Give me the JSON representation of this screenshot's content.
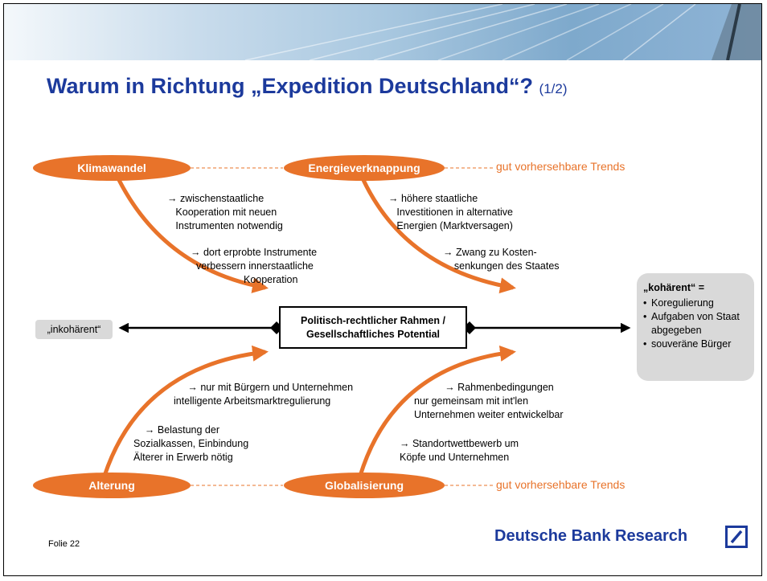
{
  "slide": {
    "title": "Warum in Richtung „Expedition Deutschland“?",
    "title_suffix": "(1/2)",
    "footer_label": "Folie 22",
    "brand": "Deutsche Bank Research"
  },
  "colors": {
    "accent": "#e8732a",
    "title_blue": "#1c3a9c",
    "box_grey": "#d9d9d9"
  },
  "drivers": {
    "klimawandel": "Klimawandel",
    "energie": "Energieverknappung",
    "alterung": "Alterung",
    "globalisierung": "Globalisierung"
  },
  "trends": {
    "top": "gut vorhersehbare Trends",
    "bottom": "gut vorhersehbare Trends"
  },
  "notes": {
    "klima_1": "→ zwischenstaatliche\n   Kooperation mit neuen\n   Instrumenten notwendig",
    "klima_2": "→ dort erprobte Instrumente\n  verbessern innerstaatliche\n                   Kooperation",
    "energie_1": "→ höhere staatliche\n   Investitionen in alternative\n   Energien (Marktversagen)",
    "energie_2": "→ Zwang zu Kosten-\n    senkungen des Staates",
    "alterung_1": "     → nur mit Bürgern und Unternehmen\nintelligente Arbeitsmarktregulierung",
    "alterung_2": "    → Belastung der\nSozialkassen, Einbindung\nÄlterer in Erwerb nötig",
    "global_1": "           → Rahmenbedingungen\nnur gemeinsam mit int'len\nUnternehmen weiter entwickelbar",
    "global_2": "→ Standortwettbewerb um\nKöpfe und Unternehmen"
  },
  "center": "Politisch-rechtlicher Rahmen /\nGesellschaftliches Potential",
  "left_pole": "„inkohärent“",
  "right_pole": {
    "heading": "„kohärent“ =",
    "items": [
      "Koregulierung",
      "Aufgaben von Staat abgegeben",
      "souveräne Bürger"
    ]
  }
}
